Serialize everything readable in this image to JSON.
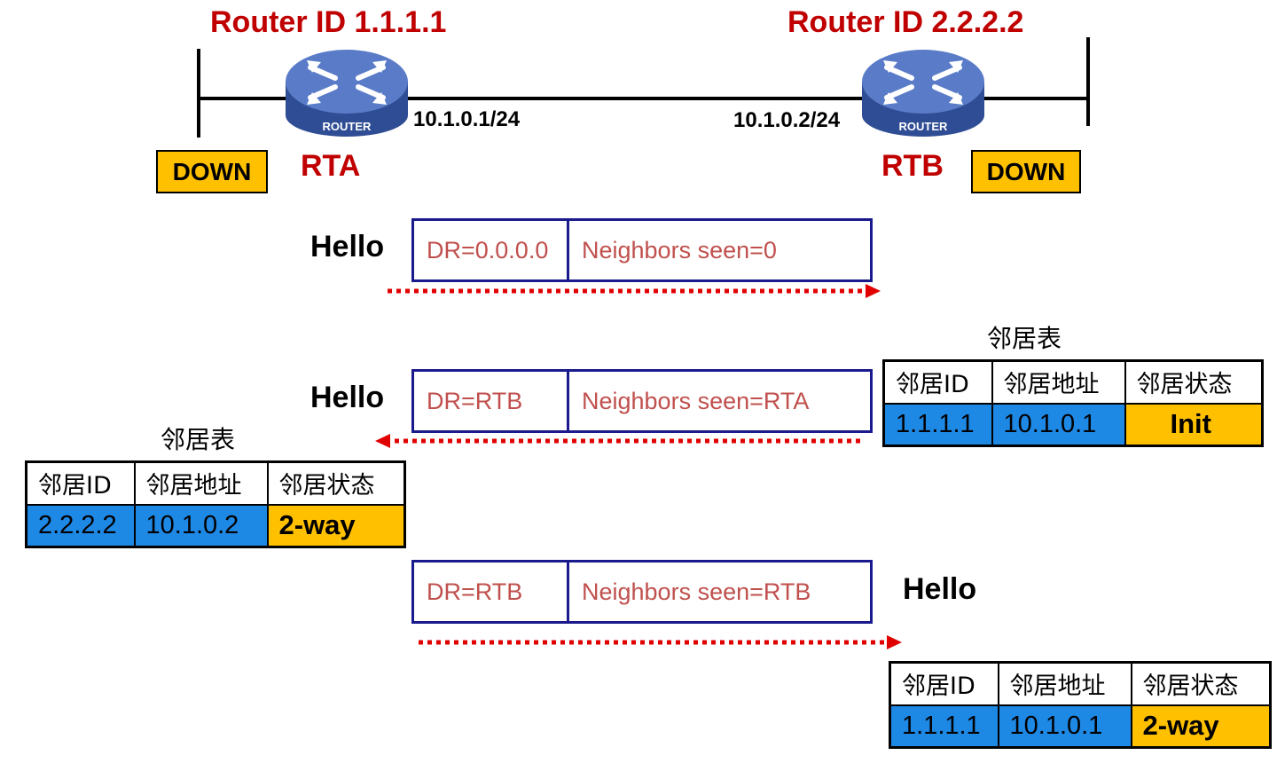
{
  "rta": {
    "router_id": "Router ID 1.1.1.1",
    "name": "RTA",
    "ip": "10.1.0.1/24",
    "state": "DOWN",
    "icon_label": "ROUTER"
  },
  "rtb": {
    "router_id": "Router ID 2.2.2.2",
    "name": "RTB",
    "ip": "10.1.0.2/24",
    "state": "DOWN",
    "icon_label": "ROUTER"
  },
  "packets": [
    {
      "label": "Hello",
      "dr": "DR=0.0.0.0",
      "neighbors": "Neighbors seen=0",
      "direction": "RTA→RTB"
    },
    {
      "label": "Hello",
      "dr": "DR=RTB",
      "neighbors": "Neighbors seen=RTA",
      "direction": "RTB→RTA"
    },
    {
      "label": "Hello",
      "dr": "DR=RTB",
      "neighbors": "Neighbors seen=RTB",
      "direction": "RTA→RTB"
    }
  ],
  "tables": {
    "rtb_first": {
      "title": "邻居表",
      "headers": [
        "邻居ID",
        "邻居地址",
        "邻居状态"
      ],
      "row": [
        "1.1.1.1",
        "10.1.0.1",
        "Init"
      ]
    },
    "rta": {
      "title": "邻居表",
      "headers": [
        "邻居ID",
        "邻居地址",
        "邻居状态"
      ],
      "row": [
        "2.2.2.2",
        "10.1.0.2",
        "2-way"
      ]
    },
    "rtb_second": {
      "headers": [
        "邻居ID",
        "邻居地址",
        "邻居状态"
      ],
      "row": [
        "1.1.1.1",
        "10.1.0.1",
        "2-way"
      ]
    }
  },
  "colors": {
    "accent_red": "#c00000",
    "state_yellow": "#ffc000",
    "id_blue": "#1e88e5",
    "router_blue": "#3b5ba5",
    "packet_border": "#1a1a8c",
    "packet_text": "#c0504d"
  }
}
